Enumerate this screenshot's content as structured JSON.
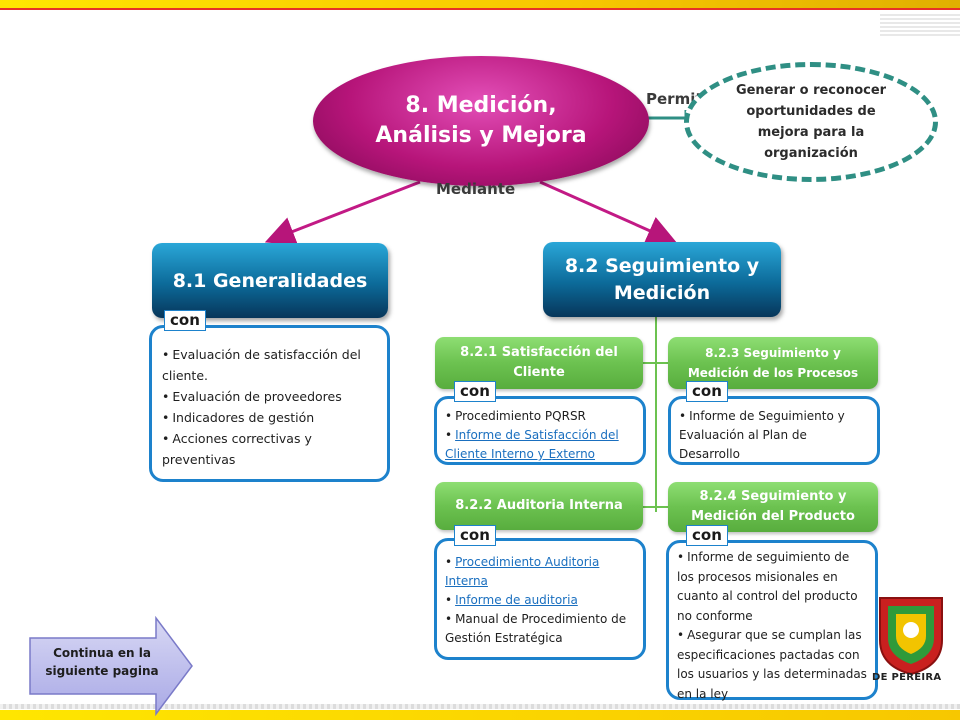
{
  "title": {
    "line1": "8. Medición,",
    "line2": "Análisis y Mejora"
  },
  "connectors": {
    "permite": "Permite",
    "mediante": "Mediante"
  },
  "goal_text": "Generar o reconocer oportunidades de mejora para la organización",
  "con_label": "con",
  "sections": {
    "s81": {
      "title": "8.1 Generalidades",
      "items": [
        "Evaluación  de satisfacción del cliente.",
        "Evaluación  de proveedores",
        "Indicadores  de gestión",
        "Acciones  correctivas y preventivas"
      ]
    },
    "s82": {
      "title_line1": "8.2 Seguimiento y",
      "title_line2": "Medición"
    },
    "s821": {
      "title": "8.2.1 Satisfacción del Cliente",
      "items": [
        {
          "text": "Procedimiento PQRSR",
          "link": false
        },
        {
          "text": "Informe de Satisfacción del Cliente Interno y Externo",
          "link": true
        }
      ]
    },
    "s823": {
      "title": "8.2.3 Seguimiento y Medición de los Procesos",
      "items": [
        {
          "text": "Informe de Seguimiento y Evaluación al Plan de Desarrollo",
          "link": false
        }
      ]
    },
    "s822": {
      "title": "8.2.2 Auditoria Interna",
      "items": [
        {
          "text": "Procedimiento Auditoria Interna",
          "link": true
        },
        {
          "text": "Informe de auditoria",
          "link": true
        },
        {
          "text": "Manual de Procedimiento de Gestión Estratégica",
          "link": false
        }
      ]
    },
    "s824": {
      "title": "8.2.4 Seguimiento y Medición del  Producto",
      "items": [
        {
          "text": "Informe de seguimiento de los procesos misionales en cuanto al control del producto no conforme",
          "link": false
        },
        {
          "text": "Asegurar que se cumplan las especificaciones pactadas con los  usuarios y las determinadas en la ley",
          "link": false
        }
      ]
    }
  },
  "continue_text": "Continua en la siguiente pagina",
  "seal_text": "DE PEREIRA",
  "colors": {
    "magenta": "#b7157a",
    "teal_dashed": "#2f8f84",
    "blue_box": "#0c6a99",
    "green_box": "#6cc250",
    "detail_border": "#1d82cc",
    "link": "#1a6fbf",
    "top_yellow": "#ffe600",
    "top_red": "#e73127"
  }
}
